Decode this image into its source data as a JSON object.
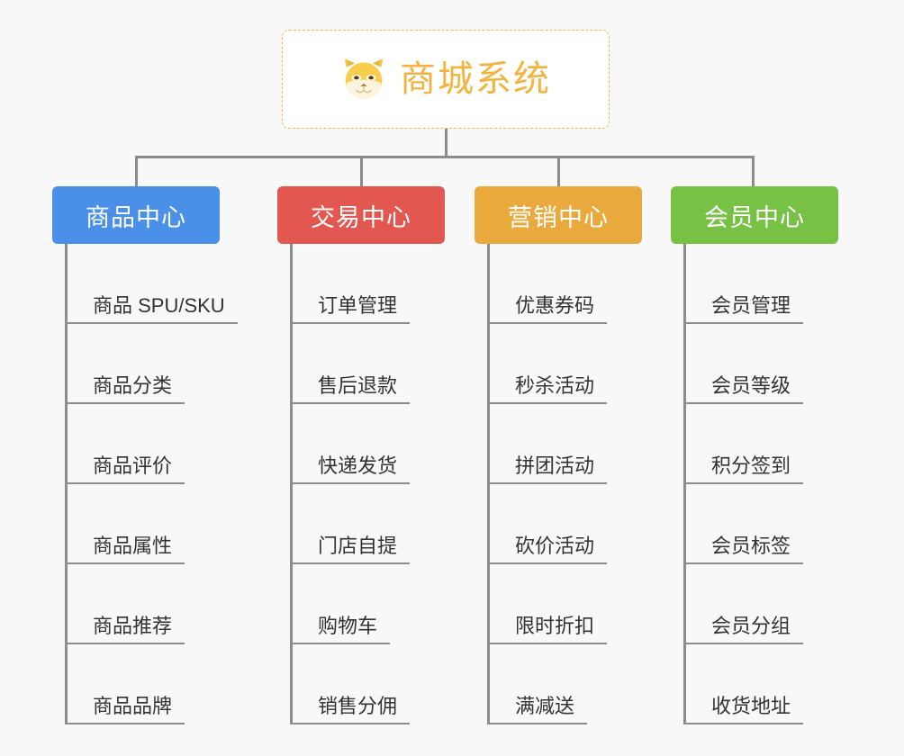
{
  "canvas": {
    "background_color": "#f8f8f8",
    "connector_color": "#8c8c8c"
  },
  "root": {
    "title": "商城系统",
    "icon": "shiba-dog-face-icon",
    "text_color": "#f2b33f",
    "border_color": "#f2b44d",
    "background_color": "#ffffff"
  },
  "columns": [
    {
      "header": "商品中心",
      "color": "#4a90e8",
      "items": [
        "商品 SPU/SKU",
        "商品分类",
        "商品评价",
        "商品属性",
        "商品推荐",
        "商品品牌"
      ]
    },
    {
      "header": "交易中心",
      "color": "#e2574f",
      "items": [
        "订单管理",
        "售后退款",
        "快递发货",
        "门店自提",
        "购物车",
        "销售分佣"
      ]
    },
    {
      "header": "营销中心",
      "color": "#eaa93c",
      "items": [
        "优惠券码",
        "秒杀活动",
        "拼团活动",
        "砍价活动",
        "限时折扣",
        "满减送"
      ]
    },
    {
      "header": "会员中心",
      "color": "#77c244",
      "items": [
        "会员管理",
        "会员等级",
        "积分签到",
        "会员标签",
        "会员分组",
        "收货地址"
      ]
    }
  ],
  "chart_data": {
    "type": "tree",
    "title": "商城系统",
    "root": "商城系统",
    "branches": [
      {
        "name": "商品中心",
        "color": "#4a90e8",
        "children": [
          "商品 SPU/SKU",
          "商品分类",
          "商品评价",
          "商品属性",
          "商品推荐",
          "商品品牌"
        ]
      },
      {
        "name": "交易中心",
        "color": "#e2574f",
        "children": [
          "订单管理",
          "售后退款",
          "快递发货",
          "门店自提",
          "购物车",
          "销售分佣"
        ]
      },
      {
        "name": "营销中心",
        "color": "#eaa93c",
        "children": [
          "优惠券码",
          "秒杀活动",
          "拼团活动",
          "砍价活动",
          "限时折扣",
          "满减送"
        ]
      },
      {
        "name": "会员中心",
        "color": "#77c244",
        "children": [
          "会员管理",
          "会员等级",
          "积分签到",
          "会员标签",
          "会员分组",
          "收货地址"
        ]
      }
    ],
    "depth": 3,
    "leaf_count": 24
  }
}
